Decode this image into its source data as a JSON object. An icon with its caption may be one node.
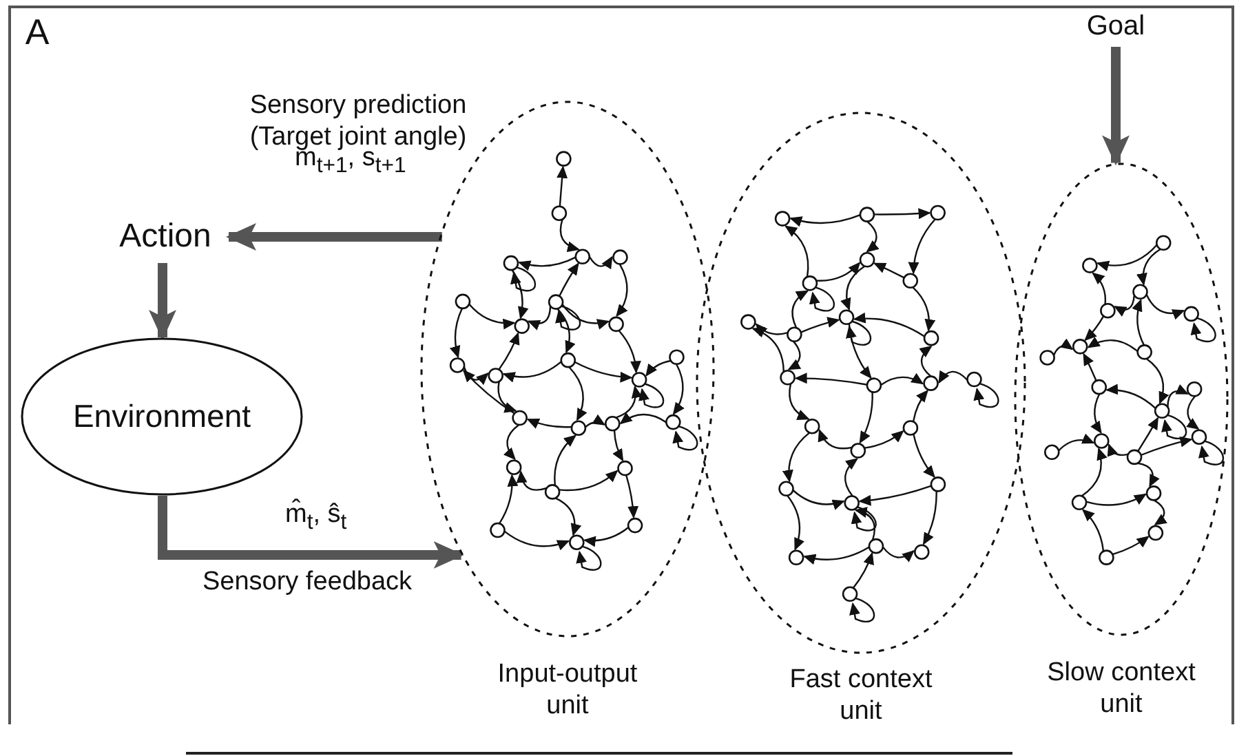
{
  "diagram": {
    "nodes": [
      {
        "text": [
          "Action"
        ]
      },
      {
        "text": [
          "Environment"
        ]
      },
      {
        "text": [
          "Goal"
        ]
      },
      {
        "text": [
          "Input-output unit"
        ]
      },
      {
        "text": [
          "Fast context unit"
        ]
      },
      {
        "text": [
          "Slow context unit"
        ]
      }
    ],
    "edges": [
      {
        "from": 3,
        "to": 0,
        "arrow": "to",
        "label": "m$_{t+1}$, s$_{t+1}$"
      },
      {
        "from": 0,
        "to": 1,
        "arrow": "to"
      },
      {
        "from": 1,
        "to": 3,
        "arrow": "to",
        "label": "m̂$_{t}$, ŝ$_{t}$"
      },
      {
        "from": 2,
        "to": 5,
        "arrow": "to"
      }
    ],
    "labels": [
      "A",
      "Sensory prediction (Target joint angle)",
      "Sensory feedback"
    ]
  }
}
